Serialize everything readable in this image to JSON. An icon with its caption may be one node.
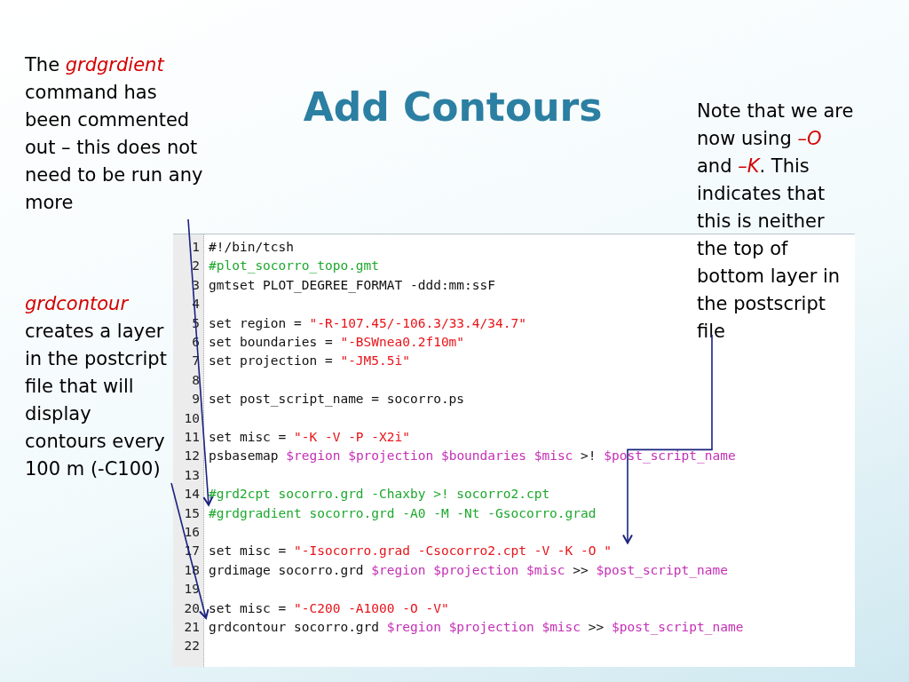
{
  "diagram": {
    "title": "Add Contours",
    "nodes": [
      {
        "text": [
          "The *grdgrdient* command has been commented out – this does not need to be run any more"
        ]
      },
      {
        "text": [
          "*grdcontour* creates a layer in the postcript file that will display contours every 100 m (-C100)"
        ]
      },
      {
        "text": [
          "Note that we are now using *–O* and *–K*. This indicates that this is neither the top of bottom layer in the postscript file"
        ]
      },
      {
        "text": [],
        "shape": "box"
      },
      {
        "text": [
          "1",
          "#!/bin/tcsh"
        ],
        "in": 3
      },
      {
        "text": [
          "2",
          "#plot_socorro_topo.gmt"
        ],
        "in": 3
      },
      {
        "text": [
          "3",
          "gmtset PLOT_DEGREE_FORMAT -ddd:mm:ssF"
        ],
        "in": 3
      },
      {
        "text": [
          "4"
        ],
        "in": 3
      },
      {
        "text": [
          "5",
          "set region = \"-R-107.45/-106.3/33.4/34.7\""
        ],
        "in": 3
      },
      {
        "text": [
          "6",
          "set boundaries = \"-BSWnea0.2f10m\""
        ],
        "in": 3
      },
      {
        "text": [
          "7",
          "set projection = \"-JM5.5i\""
        ],
        "in": 3
      },
      {
        "text": [
          "8"
        ],
        "in": 3
      },
      {
        "text": [
          "9",
          "set post_script_name = socorro.ps"
        ],
        "in": 3
      },
      {
        "text": [
          "10"
        ],
        "in": 3
      },
      {
        "text": [
          "11",
          "set misc = \"-K -V -P -X2i\""
        ],
        "in": 3
      },
      {
        "text": [
          "12",
          "psbasemap $region $projection $boundaries $misc >! $post_script_name"
        ],
        "in": 3
      },
      {
        "text": [
          "13"
        ],
        "in": 3
      },
      {
        "text": [
          "14",
          "#grd2cpt socorro.grd -Chaxby >! socorro2.cpt"
        ],
        "in": 3
      },
      {
        "text": [
          "15",
          "#grdgradient socorro.grd -A0 -M -Nt -Gsocorro.grad"
        ],
        "in": 3
      },
      {
        "text": [
          "16"
        ],
        "in": 3
      },
      {
        "text": [
          "17",
          "set misc = \"-Isocorro.grad -Csocorro2.cpt -V -K -O \""
        ],
        "in": 3
      },
      {
        "text": [
          "18",
          "grdimage socorro.grd $region $projection $misc >> $post_script_name"
        ],
        "in": 3
      },
      {
        "text": [
          "19"
        ],
        "in": 3
      },
      {
        "text": [
          "20",
          "set misc = \"-C200 -A1000 -O -V\""
        ],
        "in": 3
      },
      {
        "text": [
          "21",
          "grdcontour socorro.grd $region $projection $misc >> $post_script_name"
        ],
        "in": 3
      },
      {
        "text": [
          "22"
        ],
        "in": 3
      }
    ],
    "edges": [
      {
        "from": 0,
        "to": 18,
        "arrow": "to"
      },
      {
        "from": 2,
        "to": 20,
        "arrow": "to"
      },
      {
        "from": 1,
        "to": 24,
        "arrow": "to"
      }
    ]
  }
}
